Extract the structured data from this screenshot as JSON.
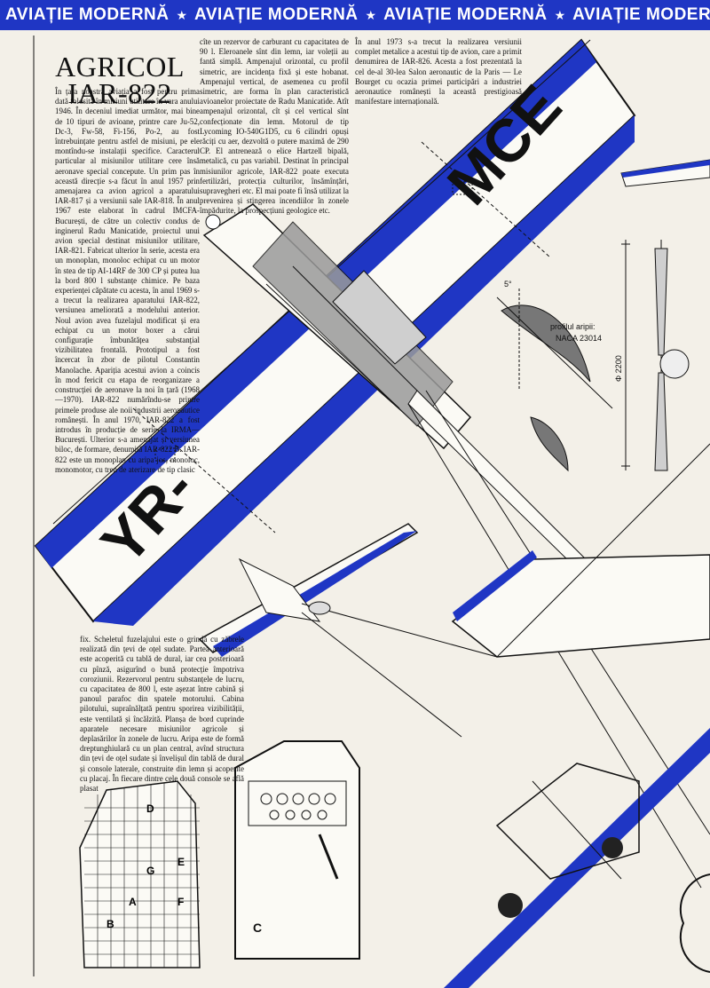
{
  "banner": {
    "segment": "AVIAȚIE MODERNĂ",
    "segments": [
      "AVIAȚIE MODERNĂ",
      "AVIAȚIE MODERNĂ",
      "AVIAȚIE MODERNĂ",
      "AVIAȚIE MODERNĂ"
    ]
  },
  "article": {
    "title_line1": "AGRICOL",
    "title_line2": "IAR-822",
    "col1": "În țara noastră aviația a fost pentru prima dată folosită în misiuni utilitare în vara anului 1946. În deceniul imediat următor, mai bine de 10 tipuri de avioane, printre care Ju-52, Dc-3, Fw-58, Fi-156, Po-2, au fost întrebuințate pentru astfel de misiuni, pe ele montîndu-se instalații specifice. Caracterul particular al misiunilor utilitare cere însă aeronave special concepute. Un prim pas în această direcție s-a făcut în anul 1957 prin amenajarea ca avion agricol a aparatului IAR-817 și a versiunii sale IAR-818. În anul 1967 este elaborat în cadrul IMCFA-București, de către un colectiv condus de inginerul Radu Manicatide, proiectul unui avion special destinat misiunilor utilitare, IAR-821. Fabricat ulterior în serie, acesta era un monoplan, monoloc echipat cu un motor în stea de tip AI-14RF de 300 CP și putea lua la bord 800 l substanțe chimice. Pe baza experienței căpătate cu acesta, în anul 1969 s-a trecut la realizarea aparatului IAR-822, versiunea ameliorată a modelului anterior. Noul avion avea fuzelajul modificat și era echipat cu un motor boxer a cărui configurație îmbunătățea substanțial vizibilitatea frontală. Prototipul a fost încercat în zbor de pilotul Constantin Manolache. Apariția acestui avion a coincis în mod fericit cu etapa de reorganizare a construcției de aeronave la noi în țară (1968—1970). IAR-822 numărîndu-se printre primele produse ale noii industrii aeronautice românești. În anul 1970, IAR-822 a fost introdus în producție de serie la IRMA—București. Ulterior s-a amenajat și versiunea biloc, de formare, denumită IAR-822 B. IAR-822 este un monoplan cu aripa jos, monoloc, monomotor, cu tren de aterizare de tip clasic",
    "col2": "cîte un rezervor de carburant cu capacitatea de 90 l. Eleroanele sînt din lemn, iar voleții au fantă simplă. Ampenajul orizontal, cu profil simetric, are incidența fixă și este hobanat. Ampenajul vertical, de asemenea cu profil simetric, are forma în plan caracteristică avioanelor proiectate de Radu Manicatide. Atît ampenajul orizontal, cît și cel vertical sînt confecționate din lemn. Motorul de tip Lycoming IO-540G1D5, cu 6 cilindri opuși răciți cu aer, dezvoltă o putere maximă de 290 CP. El antrenează o elice Hartzell bipală, metalică, cu pas variabil. Destinat în principal misiunilor agricole, IAR-822 poate executa fertilizări, protecția culturilor, însămînțări, supravegheri etc. El mai poate fi însă utilizat la prevenirea și stingerea incendiilor în zonele împădurite, la prospecțiuni geologice etc.",
    "col3": "În anul 1973 s-a trecut la realizarea versiunii complet metalice a acestui tip de avion, care a primit denumirea de IAR-826. Acesta a fost prezentată la cel de-al 30-lea Salon aeronautic de la Paris — Le Bourget cu ocazia primei participări a industriei aeronautice românești la această prestigioasă manifestare internațională.",
    "col4": "fix. Scheletul fuzelajului este o grindă cu zăbrele realizată din țevi de oțel sudate. Partea anterioară este acoperită cu tablă de dural, iar cea posterioară cu pînză, asigurînd o bună protecție împotriva coroziunii. Rezervorul pentru substanțele de lucru, cu capacitatea de 800 l, este așezat între cabină și panoul parafoc din spatele motorului. Cabina pilotului, supraînălțată pentru sporirea vizibilității, este ventilată și încălzită. Planșa de bord cuprinde aparatele necesare misiunilor agricole și deplasărilor în zonele de lucru. Aripa este de formă dreptunghiulară cu un plan central, avînd structura din țevi de oțel sudate și învelișul din tablă de dural și console laterale, construite din lemn și acoperite cu placaj. În fiecare dintre cele două console se află plasat"
  },
  "drawing": {
    "registration_top": "MCE",
    "registration_prefix": "YR-",
    "profile_label": "profilul aripii:",
    "profile_name": "NACA 23014",
    "angle_label": "5°",
    "prop_dim": "Φ 2200",
    "panel_label_c": "C",
    "panel_letters": [
      "D",
      "A",
      "B",
      "F",
      "G",
      "E"
    ]
  },
  "colors": {
    "accent_blue": "#1f36c4",
    "paper": "#f3f0e8",
    "ink": "#111111",
    "screen_gray": "#9a9a9a"
  }
}
